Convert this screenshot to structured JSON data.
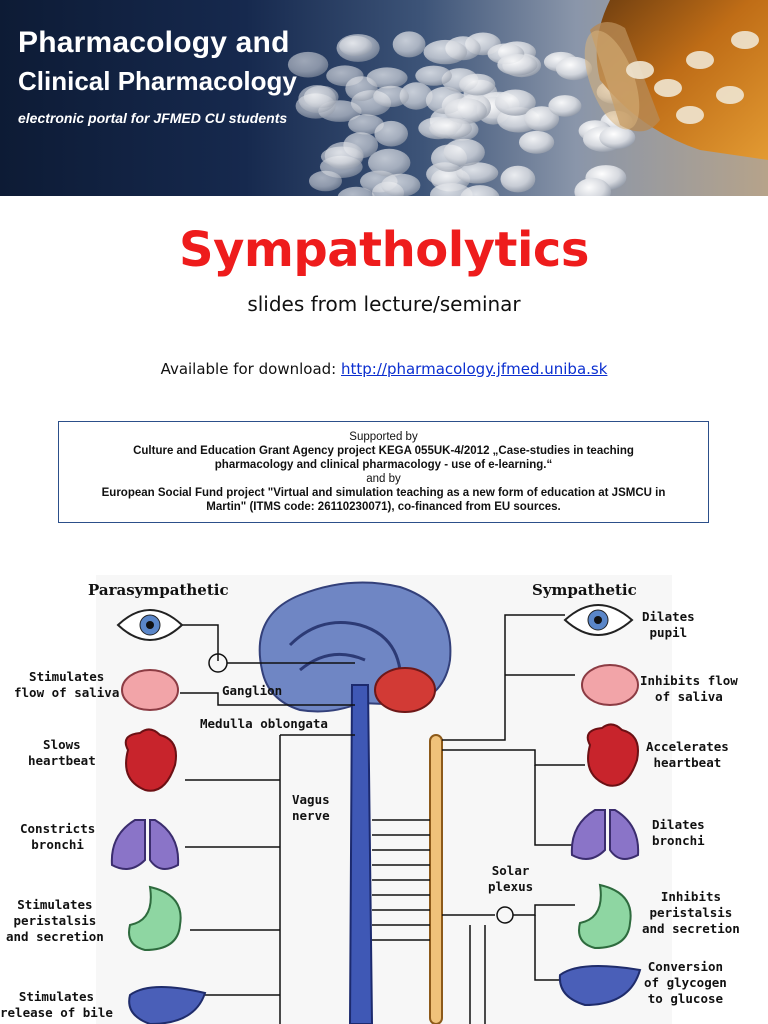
{
  "banner": {
    "line1": "Pharmacology and",
    "line2": "Clinical Pharmacology",
    "tagline": "electronic portal for JFMED CU students"
  },
  "title": "Sympatholytics",
  "subtitle": "slides from lecture/seminar",
  "download": {
    "label": "Available for download:",
    "url": "http://pharmacology.jfmed.uniba.sk"
  },
  "support": {
    "line1": "Supported by",
    "line2": "Culture and Education Grant Agency project KEGA 055UK-4/2012 „Case-studies in teaching",
    "line3": "pharmacology and clinical pharmacology - use of e-learning.“",
    "line4": "and by",
    "line5": "European Social Fund project \"Virtual and simulation teaching as a new form of education at JSMCU in",
    "line6": "Martin\" (ITMS code: 26110230071), co-financed from EU sources."
  },
  "diagram": {
    "left_heading": "Parasympathetic",
    "right_heading": "Sympathetic",
    "ganglion": "Ganglion",
    "medulla": "Medulla oblongata",
    "vagus": "Vagus\nnerve",
    "solar": "Solar\nplexus",
    "left": [
      "Stimulates\nflow of saliva",
      "Slows\nheartbeat",
      "Constricts\nbronchi",
      "Stimulates\nperistalsis\nand secretion",
      "Stimulates\nrelease of bile"
    ],
    "right": [
      "Dilates\npupil",
      "Inhibits flow\nof saliva",
      "Accelerates\nheartbeat",
      "Dilates\nbronchi",
      "Inhibits\nperistalsis\nand secretion",
      "Conversion\nof glycogen\nto glucose"
    ]
  },
  "colors": {
    "title": "#ee1c1c",
    "link": "#0b2fd0",
    "border": "#2c4f8a"
  }
}
